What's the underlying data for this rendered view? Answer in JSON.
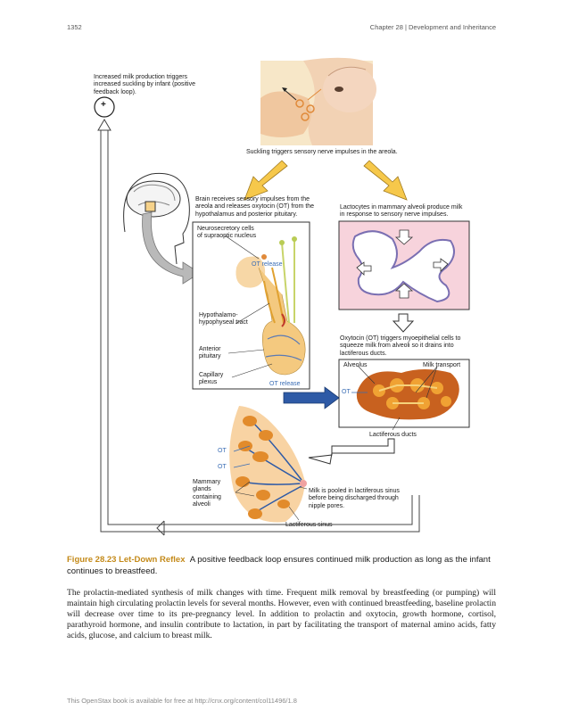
{
  "header": {
    "page_number": "1352",
    "chapter": "Chapter 28 | Development and Inheritance"
  },
  "figure": {
    "labels": {
      "feedback": "Increased milk production triggers increased suckling by infant (positive feedback loop).",
      "plus_sign": "+",
      "suckling": "Suckling triggers sensory nerve impulses in the areola.",
      "brain": "Brain receives sensory impulses from the areola and releases oxytocin (OT) from the hypothalamus and posterior pituitary.",
      "lactocytes": "Lactocytes in mammary alveoli produce milk in response to sensory nerve impulses.",
      "neurosecretory": "Neurosecretory cells of supraoptic nucleus",
      "ot_release_top": "OT release",
      "hypothalamo": "Hypothalamo-hypophyseal tract",
      "anterior": "Anterior pituitary",
      "capillary": "Capillary plexus",
      "ot_release_bottom": "OT release",
      "oxytocin": "Oxytocin (OT) triggers myoepithelial cells to squeeze milk from alveoli so it drains into lactiferous ducts.",
      "alveolus": "Alveolus",
      "milk_transport": "Milk transport",
      "ot_alveolus": "OT",
      "lactiferous_ducts": "Lactiferous ducts",
      "ot_breast_1": "OT",
      "ot_breast_2": "OT",
      "mammary": "Mammary glands containing alveoli",
      "milk_pooled": "Milk is pooled in lactiferous sinus before being discharged through nipple pores.",
      "lactiferous_sinus": "Lactiferous sinus"
    }
  },
  "caption": {
    "label": "Figure 28.23 Let-Down Reflex",
    "text": "A positive feedback loop ensures continued milk production as long as the infant continues to breastfeed."
  },
  "body": {
    "paragraph": "The prolactin-mediated synthesis of milk changes with time. Frequent milk removal by breastfeeding (or pumping) will maintain high circulating prolactin levels for several months. However, even with continued breastfeeding, baseline prolactin will decrease over time to its pre-pregnancy level. In addition to prolactin and oxytocin, growth hormone, cortisol, parathyroid hormone, and insulin contribute to lactation, in part by facilitating the transport of maternal amino acids, fatty acids, glucose, and calcium to breast milk."
  },
  "footer": {
    "text": "This OpenStax book is available for free at http://cnx.org/content/col11496/1.8"
  }
}
